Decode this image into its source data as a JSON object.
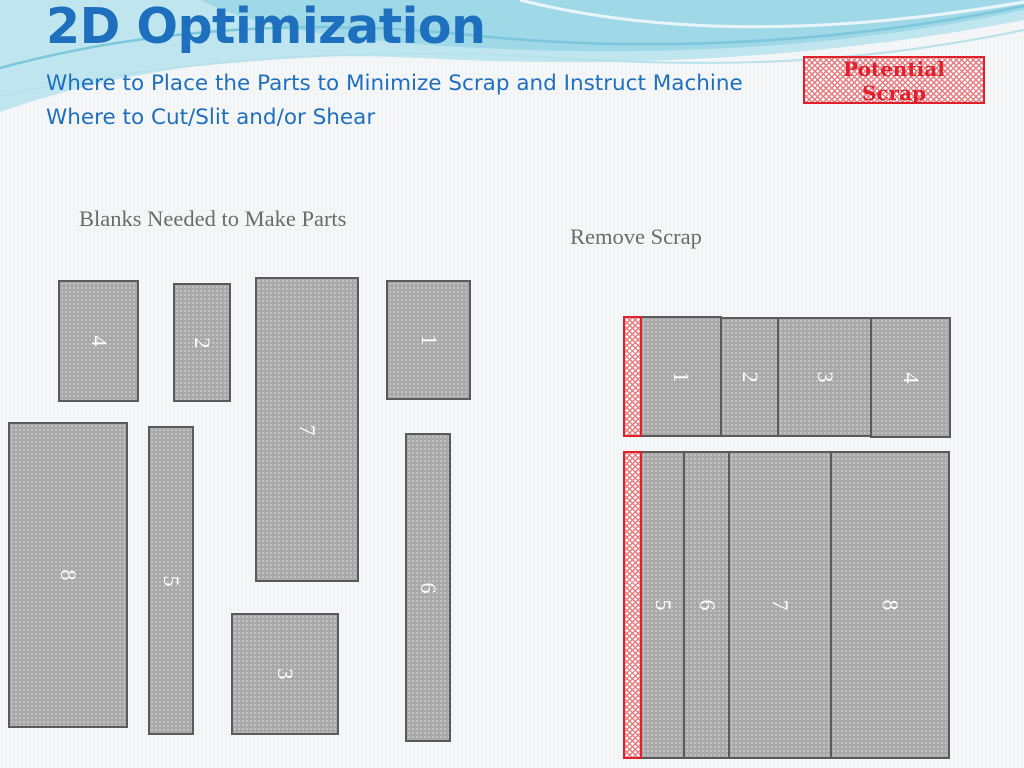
{
  "slide": {
    "title": "2D Optimization",
    "subtitle": "Where to Place the Parts to Minimize Scrap and Instruct Machine Where to Cut/Slit and/or Shear"
  },
  "legend": {
    "label_line1": "Potential",
    "label_line2": "Scrap"
  },
  "left_panel": {
    "heading": "Blanks Needed to Make Parts",
    "parts": [
      "4",
      "2",
      "7",
      "1",
      "8",
      "5",
      "6",
      "3"
    ]
  },
  "right_panel": {
    "heading": "Remove Scrap",
    "top_row_parts": [
      "1",
      "2",
      "3",
      "4"
    ],
    "bottom_row_parts": [
      "5",
      "6",
      "7",
      "8"
    ]
  },
  "colors": {
    "title_blue": "#1f6fbf",
    "part_gray": "#a8a8a8",
    "part_border": "#5a5a5a",
    "scrap_red": "#e0202b",
    "heading_gray": "#6b6b6b"
  }
}
